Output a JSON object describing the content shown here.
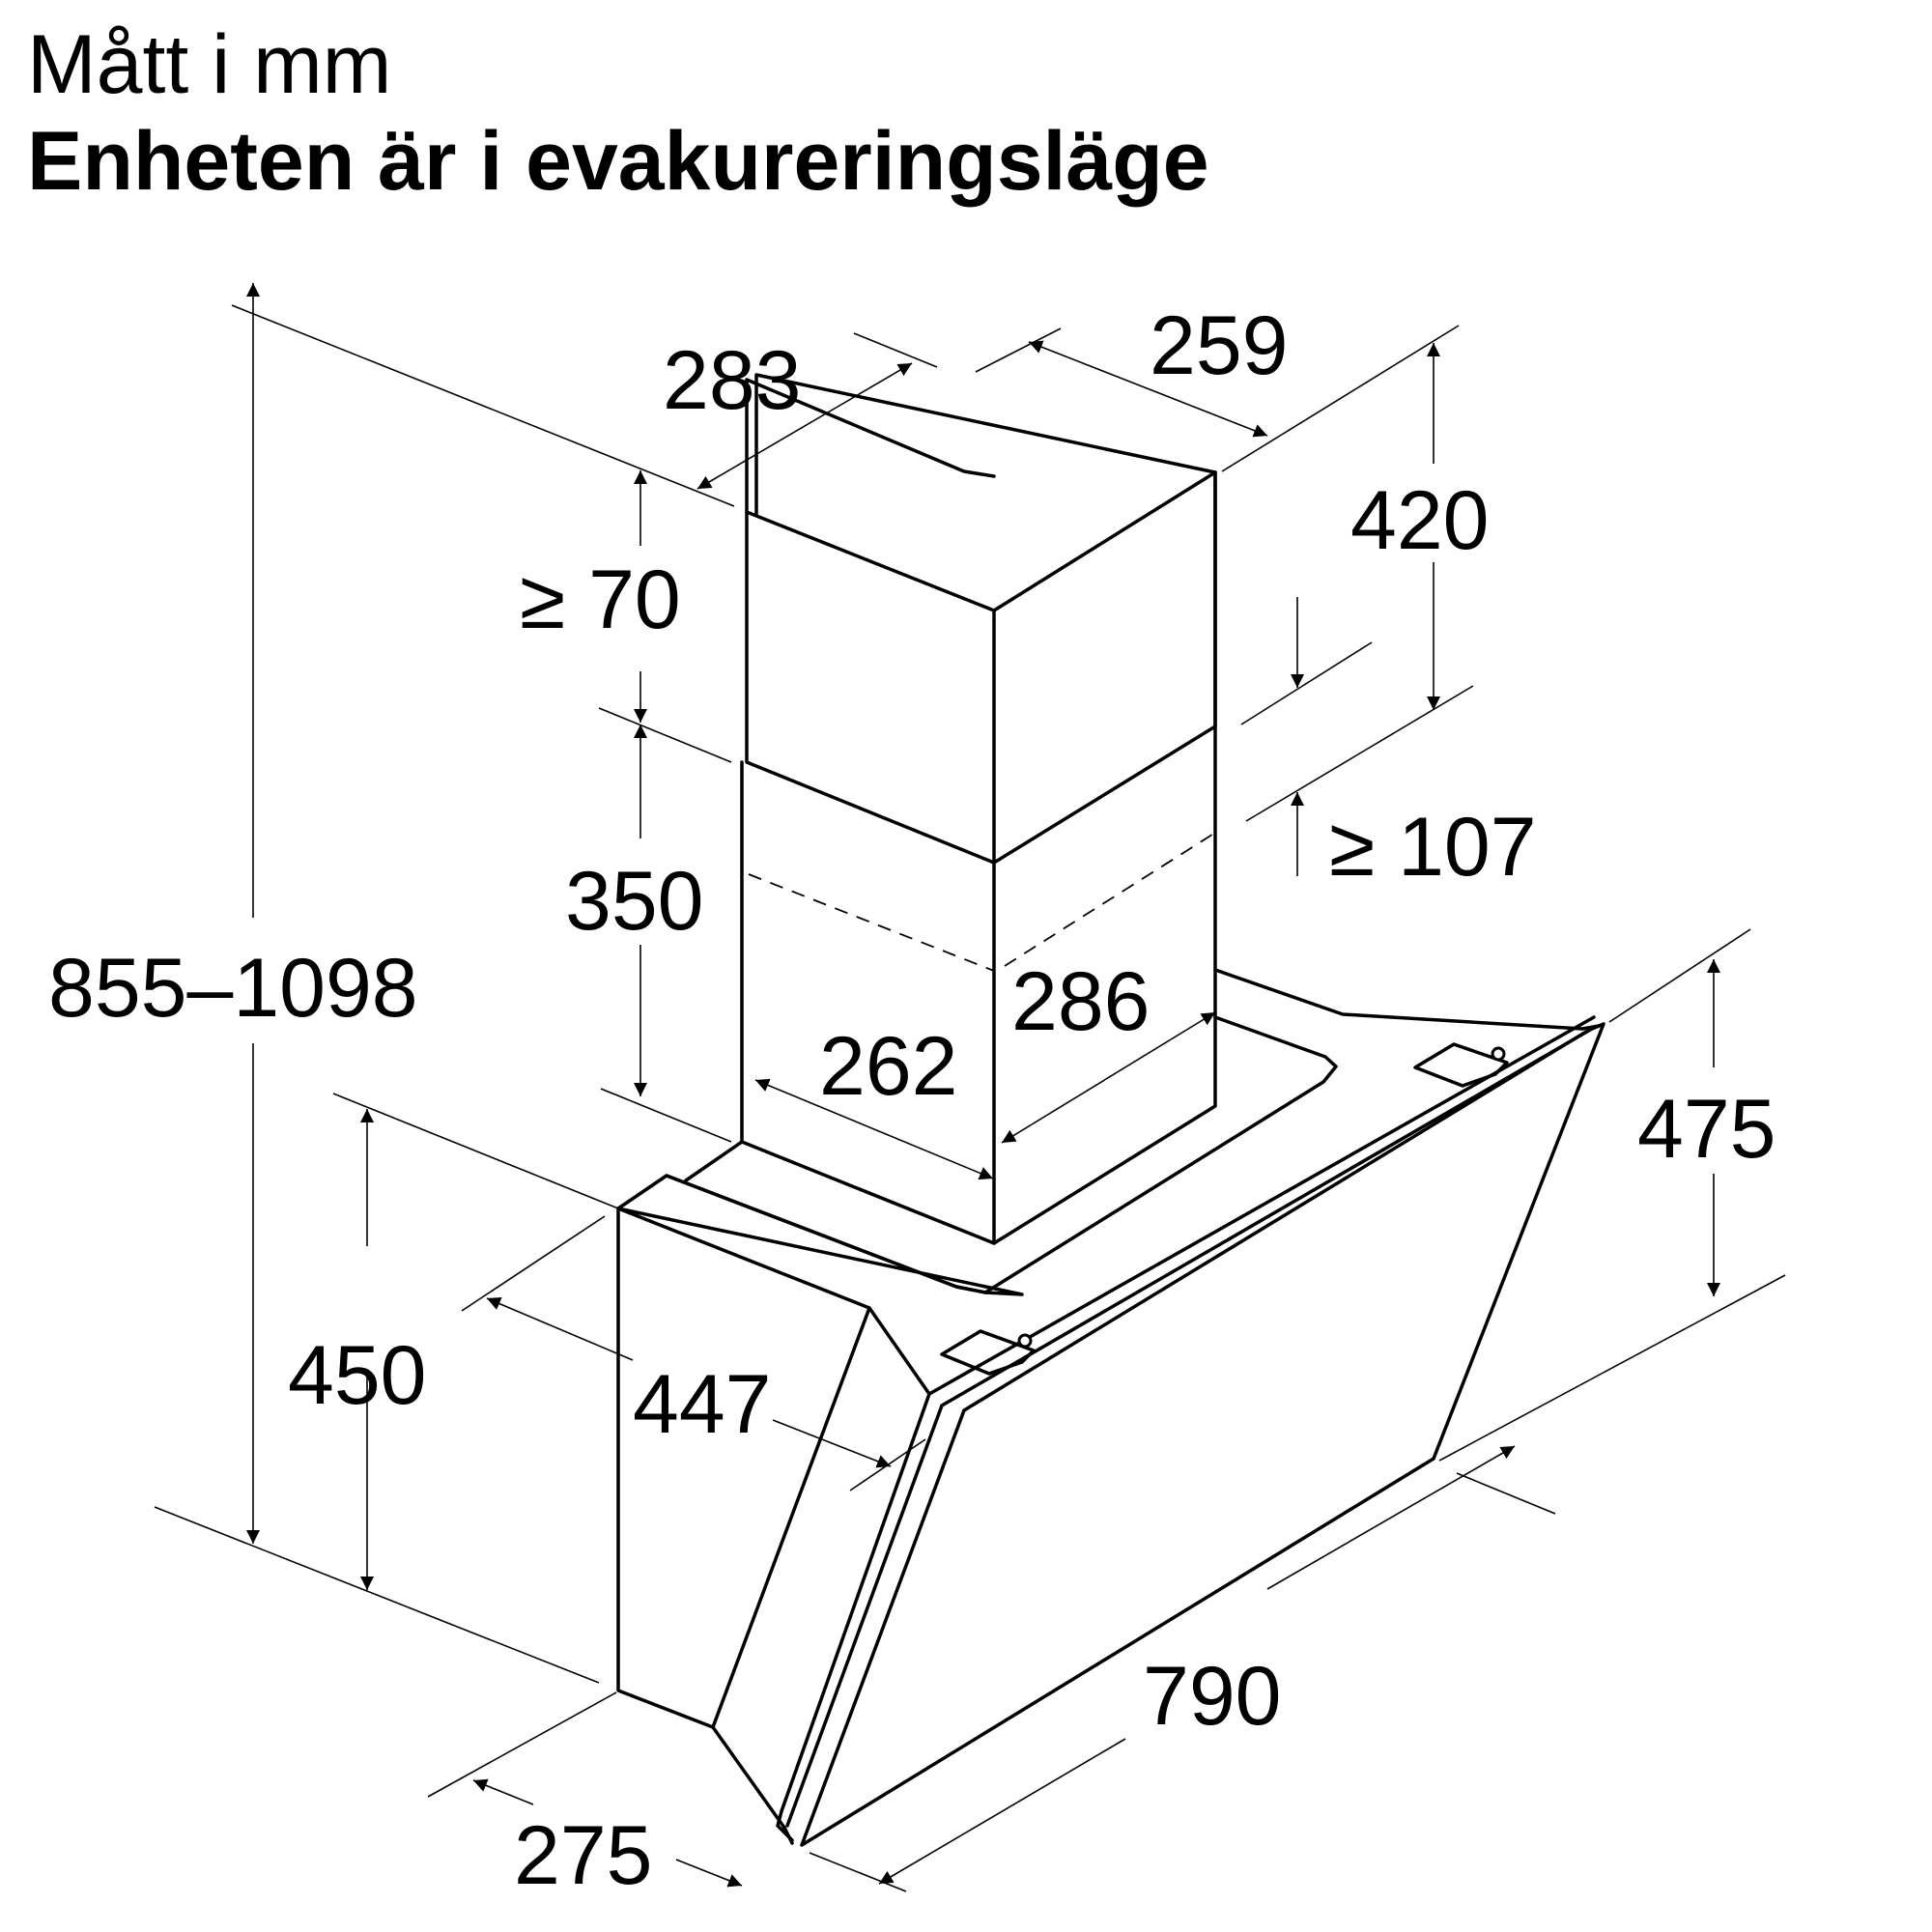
{
  "header": {
    "units_line": "Mått i mm",
    "mode_line": "Enheten är i evakureringsläge"
  },
  "dimensions": {
    "chimney_depth_top": "283",
    "chimney_width_top": "259",
    "upper_chimney_height": "420",
    "upper_overlap_min": "≥ 70",
    "lower_chimney_height": "350",
    "lower_overlap_min": "≥ 107",
    "chimney_depth_bottom": "262",
    "chimney_width_bottom": "286",
    "total_height_range": "855–1098",
    "body_height": "450",
    "body_depth": "447",
    "canopy_height": "475",
    "width": "790",
    "bottom_depth": "275"
  }
}
